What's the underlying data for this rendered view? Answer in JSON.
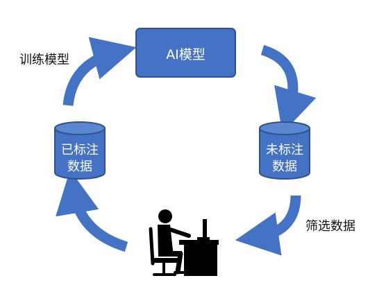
{
  "diagram": {
    "nodes": {
      "model": {
        "label": "AI模型"
      },
      "labeled": {
        "line1": "已标注",
        "line2": "数据"
      },
      "unlabeled": {
        "line1": "未标注",
        "line2": "数据"
      }
    },
    "edges": {
      "train": {
        "label": "训练模型"
      },
      "filter": {
        "label": "筛选数据"
      }
    },
    "person": {
      "icon": "person-at-computer-icon"
    }
  },
  "colors": {
    "node_fill": "#4472c4",
    "node_stroke": "#2f528f",
    "cylinder_top": "#5b87d0",
    "arrow": "#4472c4",
    "person": "#000000"
  }
}
